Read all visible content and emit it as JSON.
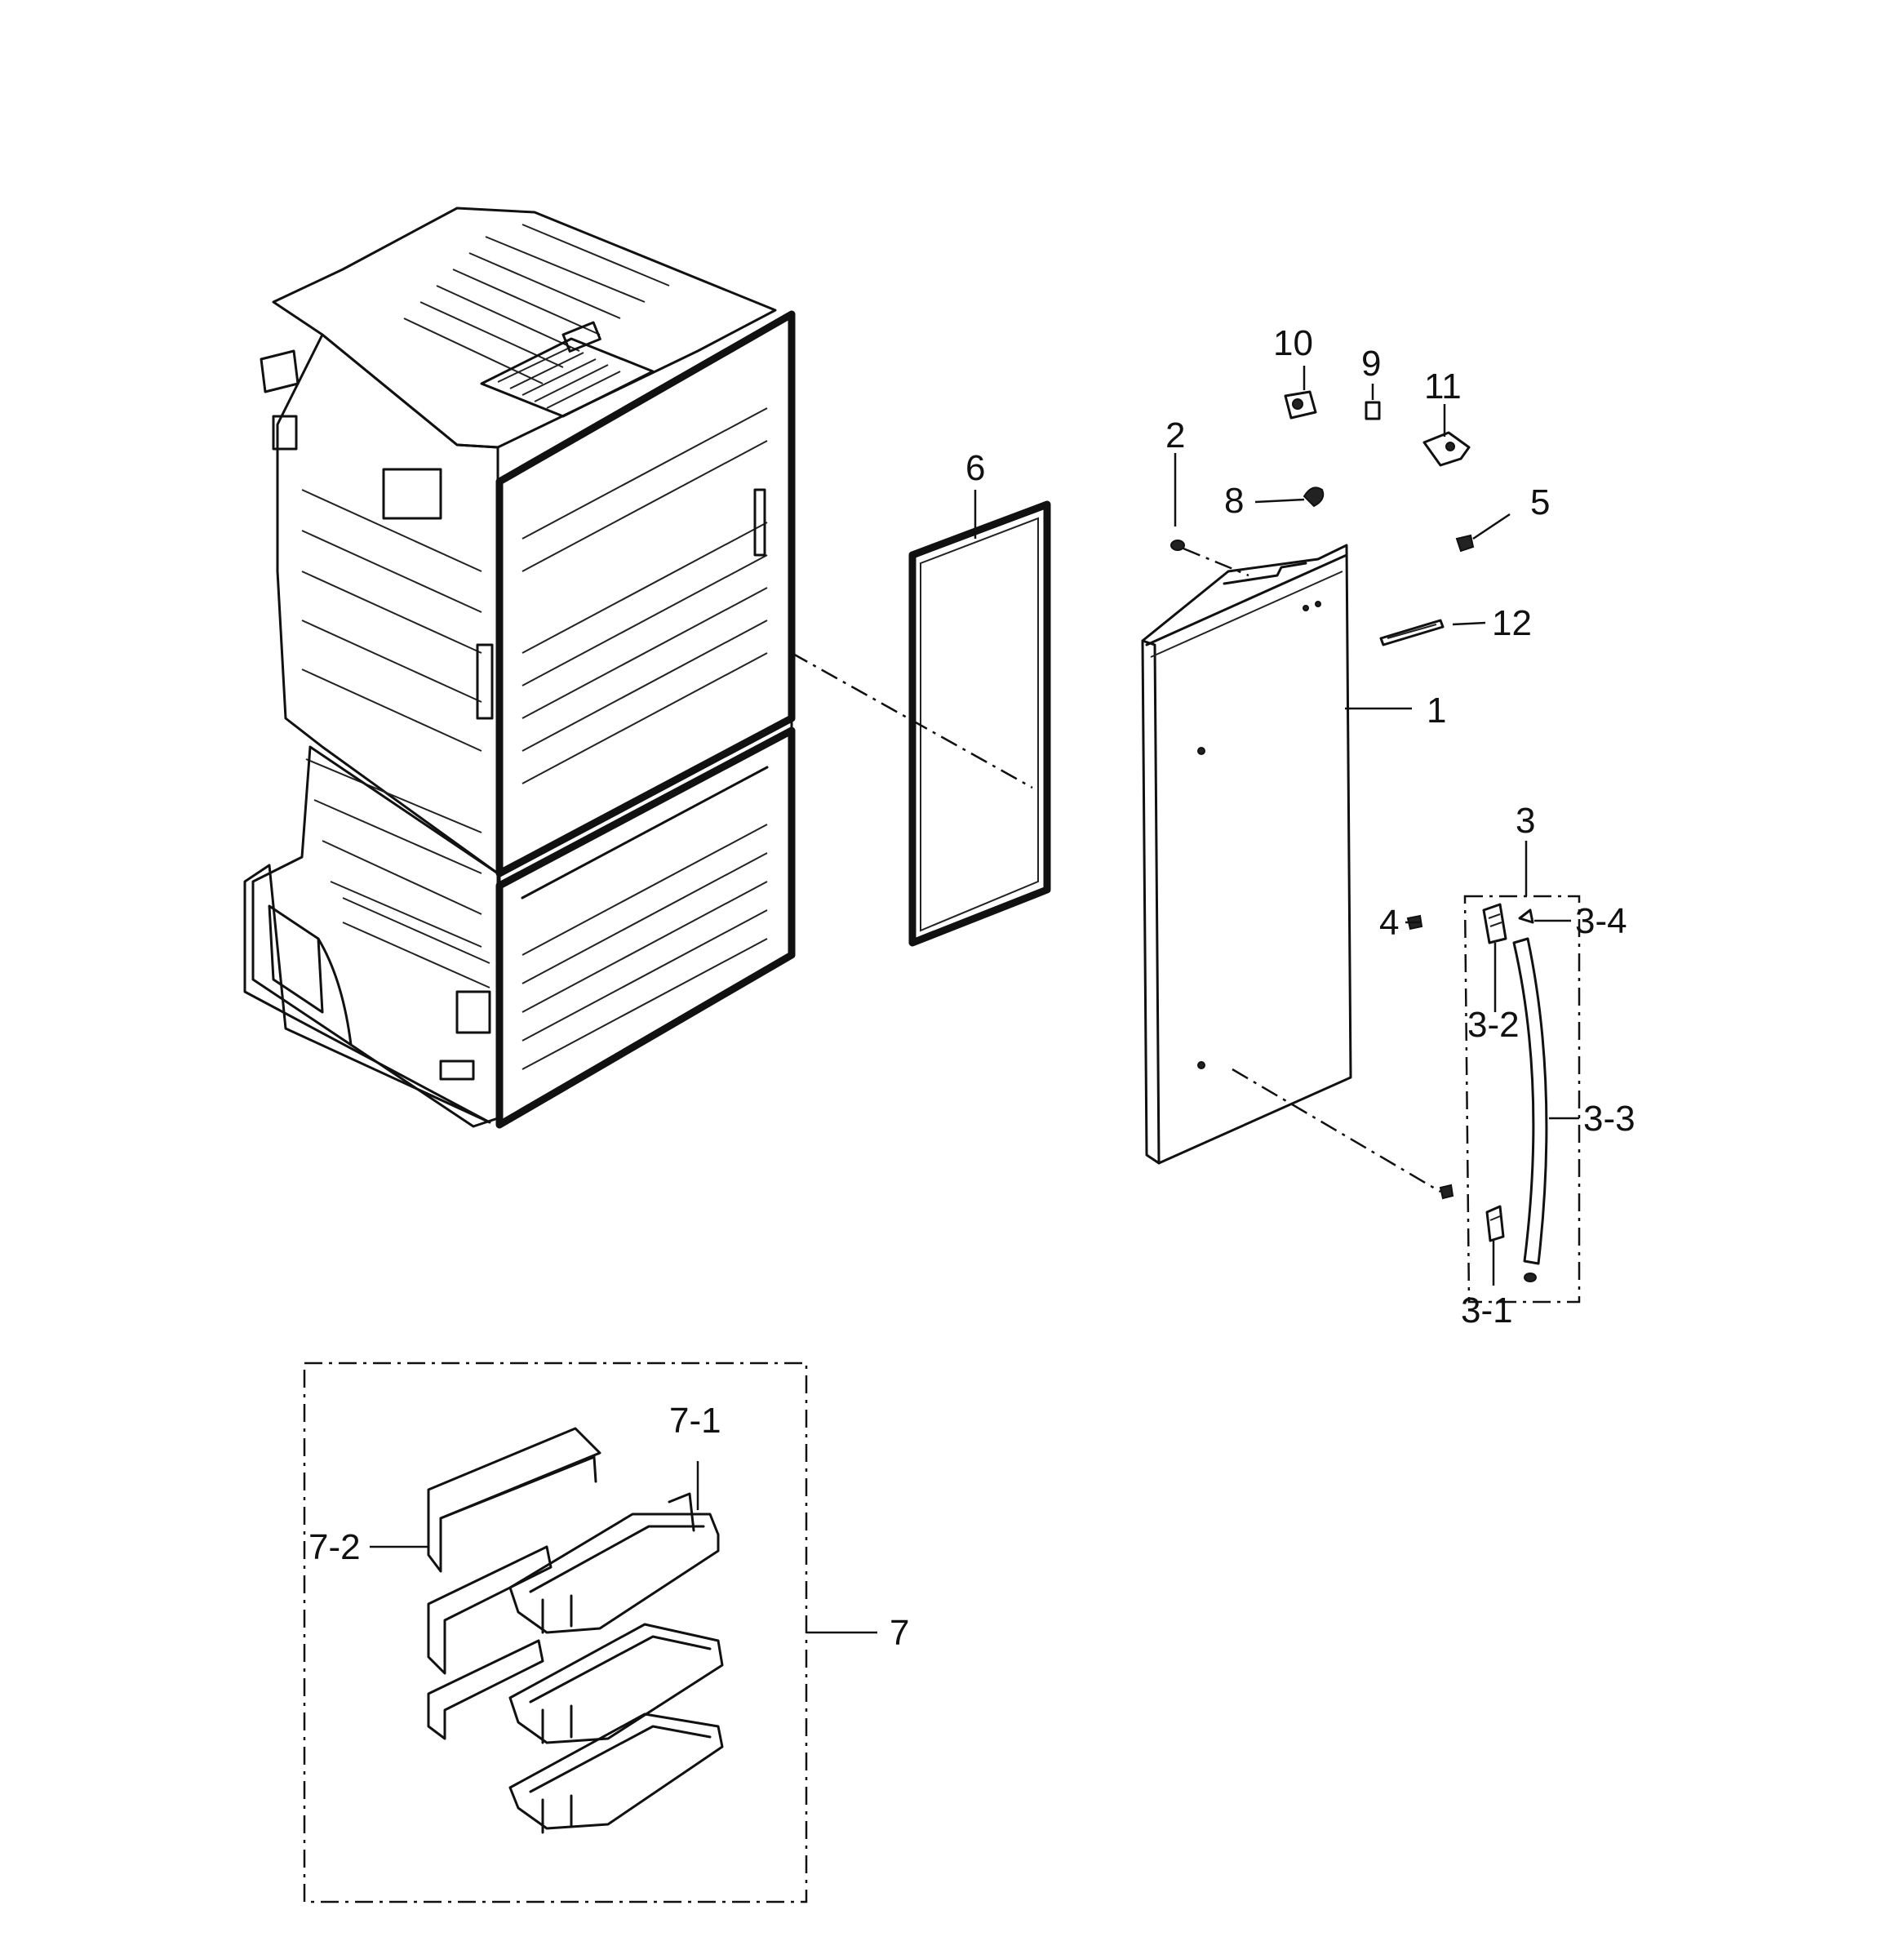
{
  "diagram": {
    "part_labels": {
      "p1": "1",
      "p2": "2",
      "p3": "3",
      "p3_1": "3-1",
      "p3_2": "3-2",
      "p3_3": "3-3",
      "p3_4": "3-4",
      "p4": "4",
      "p5": "5",
      "p6": "6",
      "p7": "7",
      "p7_1": "7-1",
      "p7_2": "7-2",
      "p8": "8",
      "p9": "9",
      "p10": "10",
      "p11": "11",
      "p12": "12"
    }
  }
}
